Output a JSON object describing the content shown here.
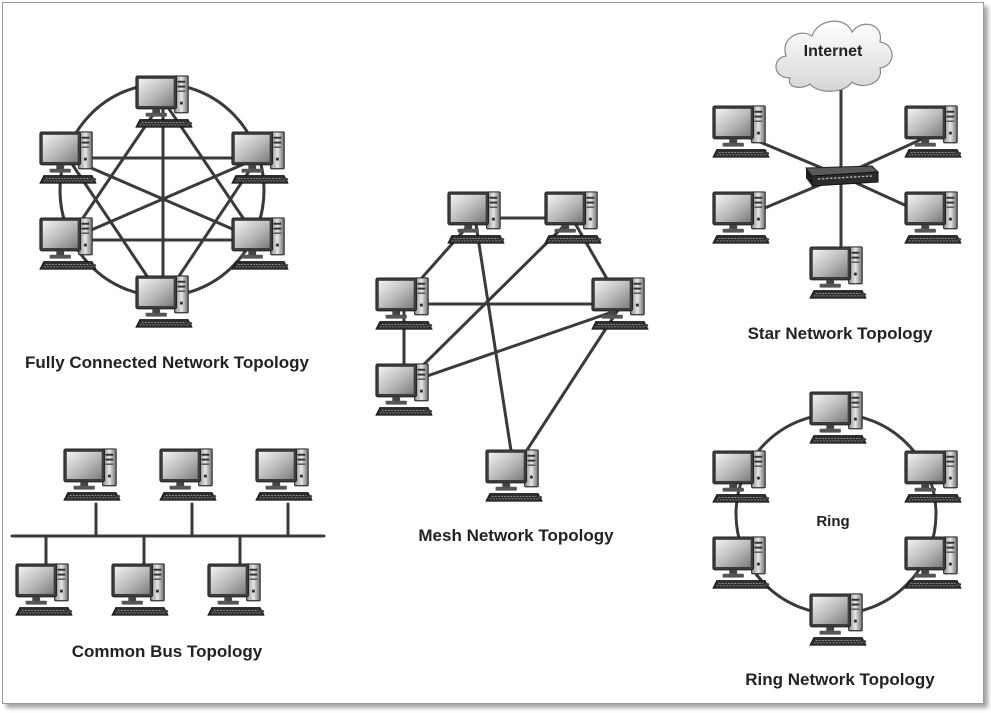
{
  "captions": {
    "fully_connected": "Fully Connected Network Topology",
    "common_bus": "Common Bus Topology",
    "mesh": "Mesh Network Topology",
    "star": "Star Network Topology",
    "ring": "Ring Network Topology"
  },
  "labels": {
    "internet": "Internet",
    "ring_center": "Ring"
  },
  "icons": {
    "computer": "computer-icon",
    "switch": "network-switch-icon",
    "cloud": "cloud-icon"
  },
  "colors": {
    "line": "#3a3a3a",
    "text": "#222222",
    "frame": "#9a9a9a"
  }
}
